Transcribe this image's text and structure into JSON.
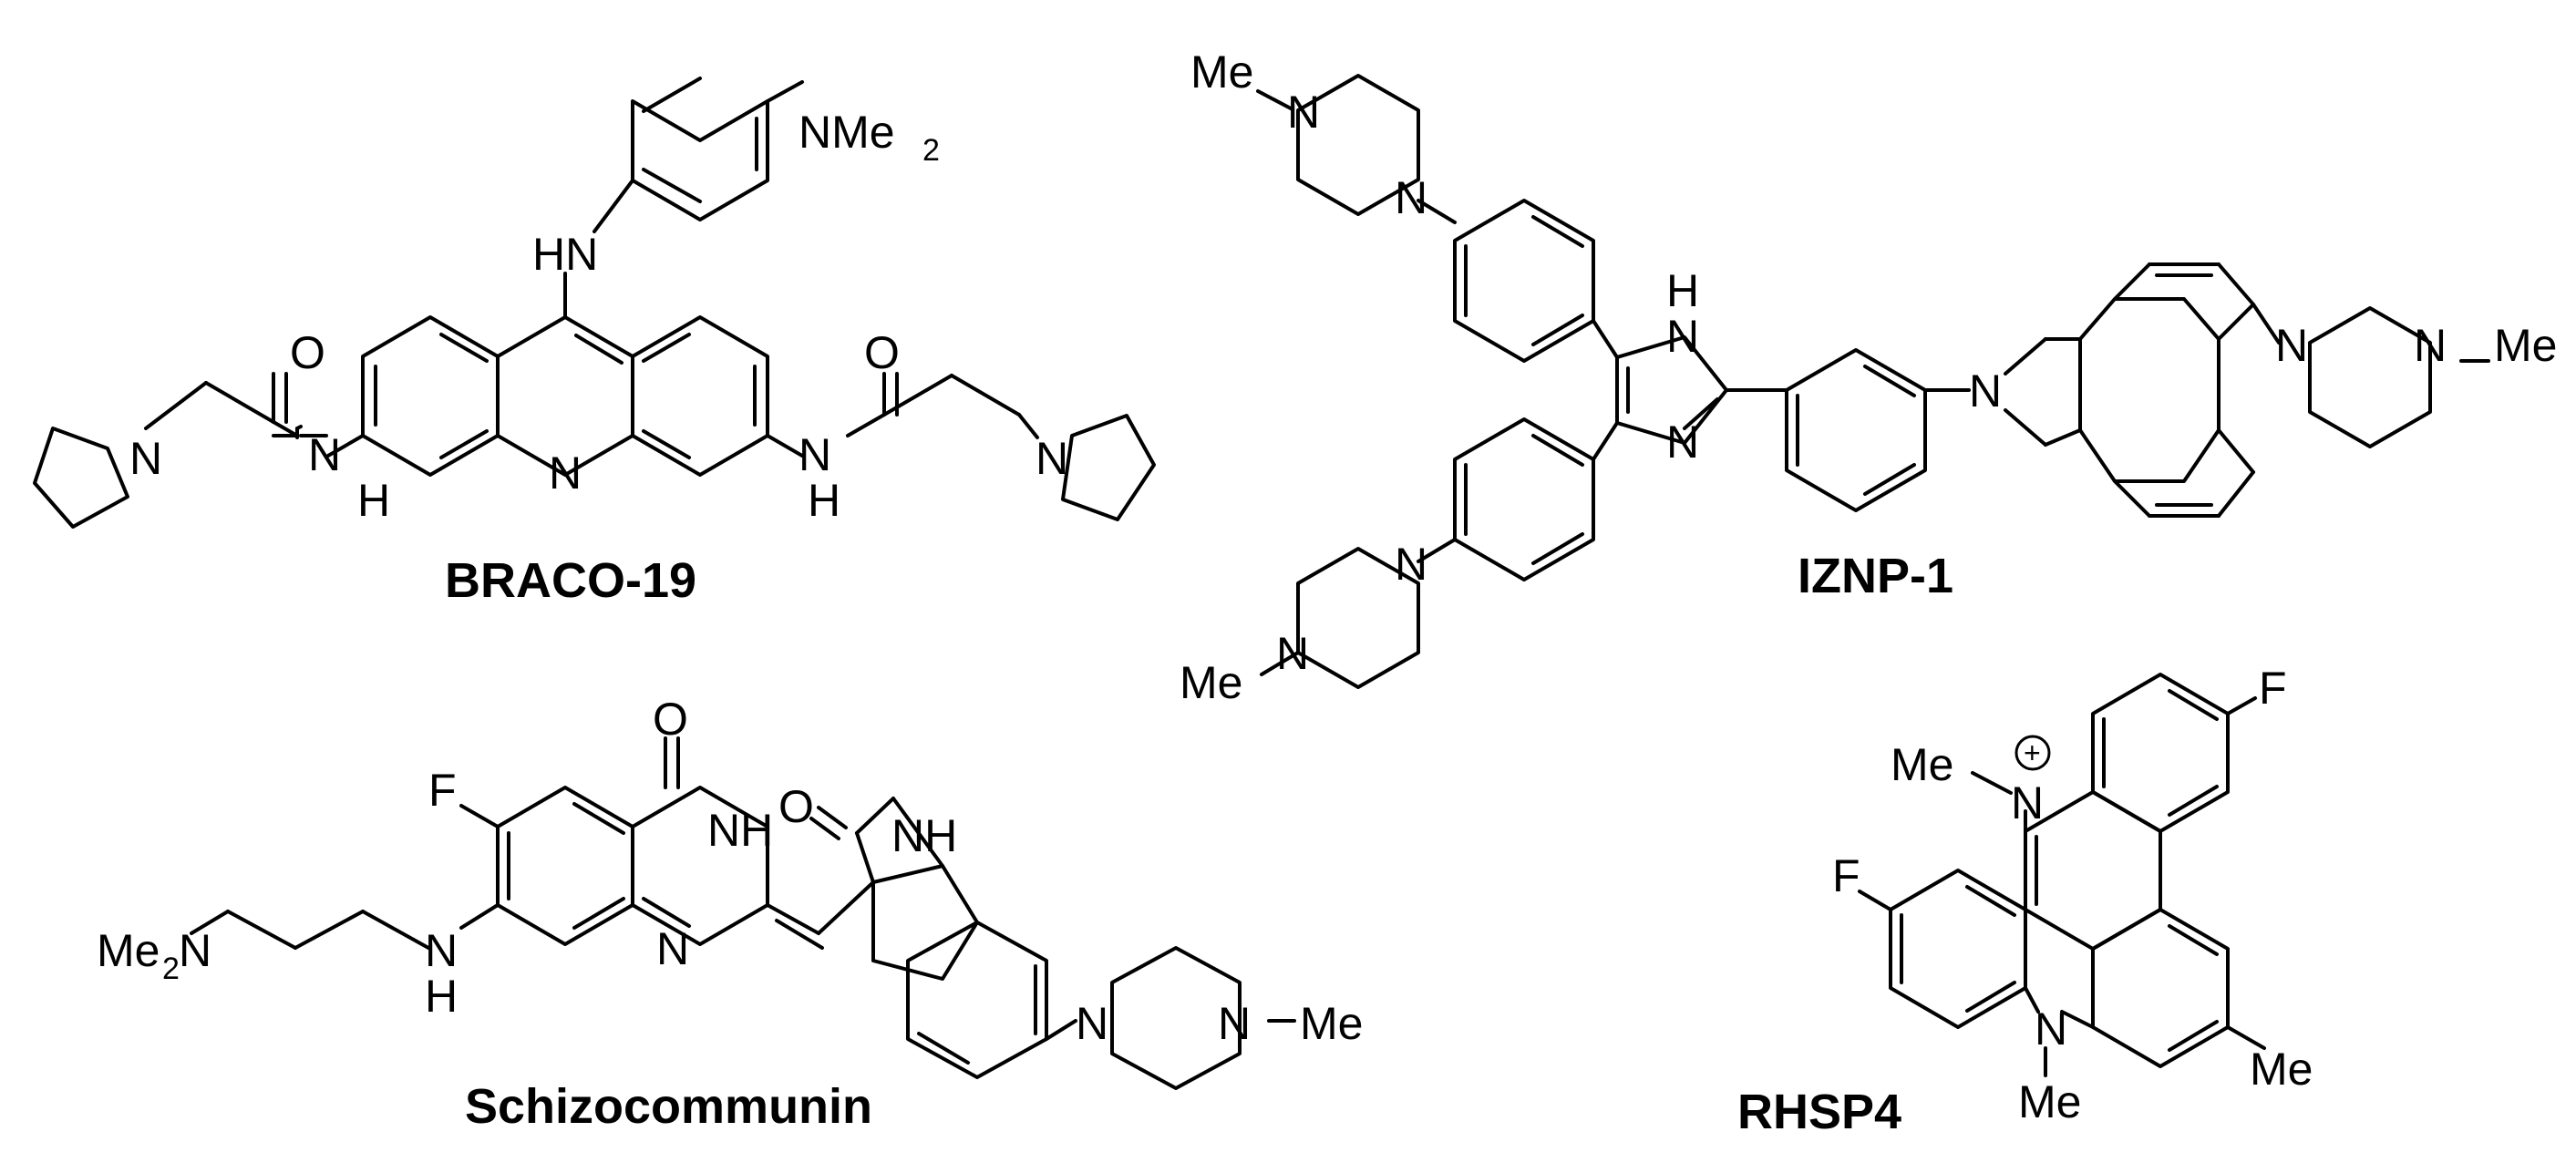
{
  "compounds": {
    "braco": {
      "name": "BRACO-19",
      "atoms": {
        "nme2": "NMe",
        "nme2_sub": "2",
        "hn_top": "HN",
        "n_ring": "N",
        "nh_left": "N",
        "h_left": "H",
        "nh_right": "N",
        "h_right": "H",
        "o_left": "O",
        "o_right": "O",
        "n_pyr_left": "N",
        "n_pyr_right": "N"
      }
    },
    "iznp": {
      "name": "IZNP-1",
      "atoms": {
        "me_top": "Me",
        "n_pip1a": "N",
        "n_pip1b": "N",
        "h_im": "H",
        "n_im1": "N",
        "n_im2": "N",
        "n_iso": "N",
        "n_pip3a": "N",
        "n_pip3b": "N",
        "me_right": "Me",
        "n_pip2a": "N",
        "n_pip2b": "N",
        "me_bottom": "Me"
      }
    },
    "schizo": {
      "name": "Schizocommunin",
      "atoms": {
        "o_top": "O",
        "f": "F",
        "nh_q": "NH",
        "n_q": "N",
        "me2n": "Me",
        "me2n_sub": "2",
        "me2n_n": "N",
        "nh_chain": "N",
        "h_chain": "H",
        "o_ind": "O",
        "nh_ind": "NH",
        "n_pipa": "N",
        "n_pipb": "N",
        "me_pip": "Me"
      }
    },
    "rhsp": {
      "name": "RHSP4",
      "atoms": {
        "me_n": "Me",
        "n_plus": "N",
        "charge": "+",
        "f_top": "F",
        "f_left": "F",
        "n_bottom": "N",
        "me_bottom": "Me",
        "me_right": "Me"
      }
    }
  }
}
